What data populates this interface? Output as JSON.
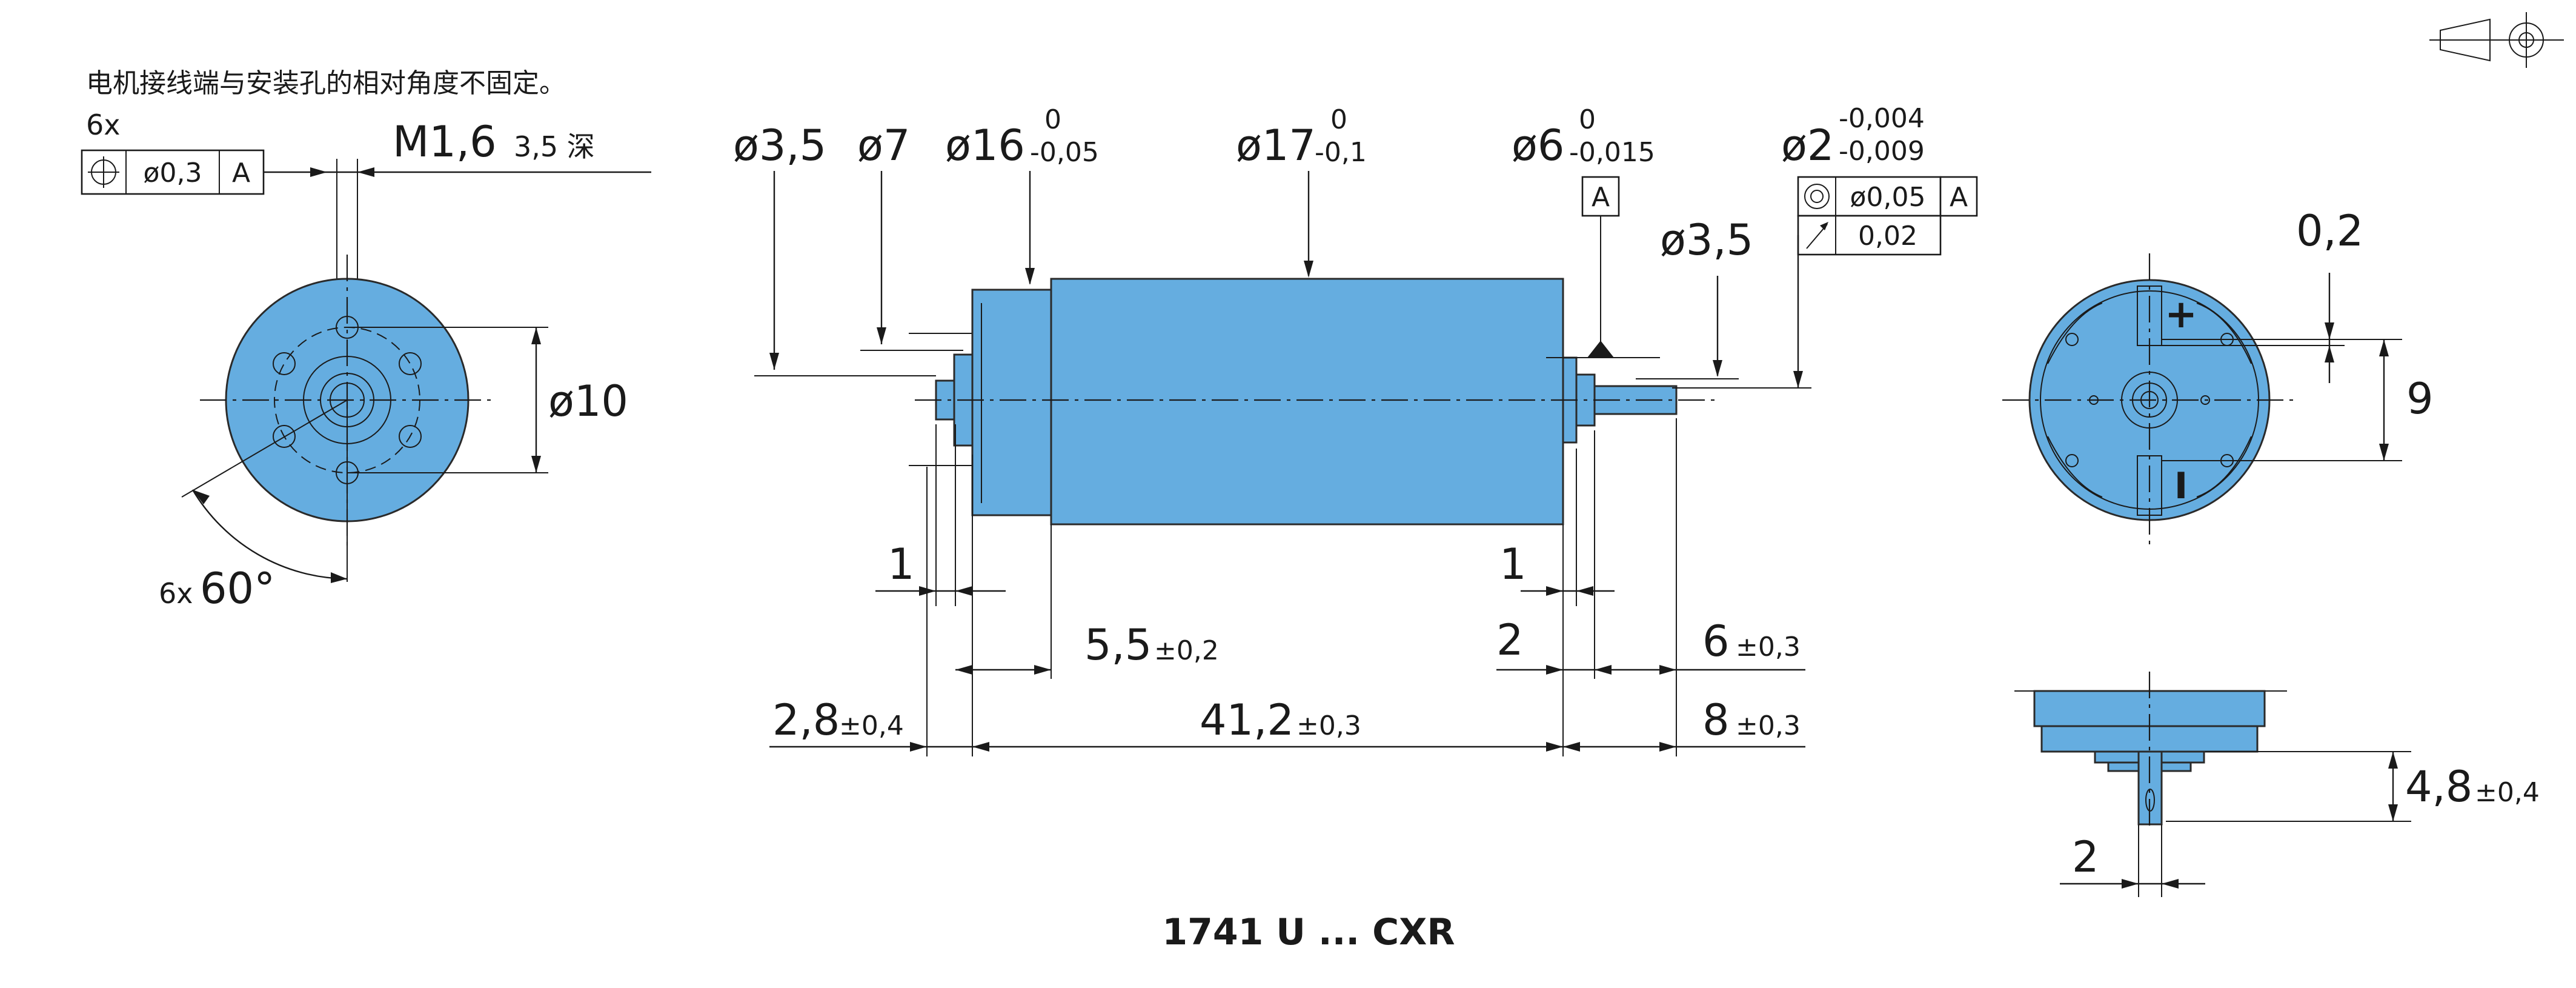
{
  "colors": {
    "motor_body": "#65ade0",
    "ink": "#1a1a1a"
  },
  "notes": {
    "terminal_note": "电机接线端与安装孔的相对角度不固定。",
    "hole_count": "6x"
  },
  "left_view": {
    "position_tolerance": "ø0,3",
    "datum": "A",
    "thread": "M1,6",
    "thread_depth": "3,5 深",
    "bolt_circle": "ø10",
    "angle_prefix": "6x",
    "angle": "60°"
  },
  "side_view": {
    "d_terminal": "ø3,5",
    "d_boss": "ø7",
    "d_rear": {
      "nominal": "ø16",
      "upper": "0",
      "lower": "-0,05"
    },
    "d_body": {
      "nominal": "ø17",
      "upper": "0",
      "lower": "-0,1"
    },
    "d_front_boss": {
      "nominal": "ø6",
      "upper": "0",
      "lower": "-0,015"
    },
    "datum_a": "A",
    "d_front_step": "ø3,5",
    "d_shaft": {
      "nominal": "ø2",
      "upper": "-0,004",
      "lower": "-0,009"
    },
    "concentricity": "ø0,05",
    "concentricity_datum": "A",
    "runout": "0,02",
    "len_rear_flange": "1",
    "len_front_flange": "1",
    "len_rear_cap": {
      "nominal": "5,5",
      "tol": "±0,2"
    },
    "len_front_boss": "2",
    "len_shaft_free": {
      "nominal": "6",
      "tol": "±0,3"
    },
    "len_rear_overhang": {
      "nominal": "2,8",
      "tol": "±0,4"
    },
    "len_body": {
      "nominal": "41,2",
      "tol": "±0,3"
    },
    "len_shaft_total": {
      "nominal": "8",
      "tol": "±0,3"
    }
  },
  "right_view": {
    "terminal_width": "0,2",
    "terminal_spacing": "9",
    "plus": "+",
    "minus": "I"
  },
  "bottom_view": {
    "height": {
      "nominal": "4,8",
      "tol": "±0,4"
    },
    "terminal_pitch": "2"
  },
  "product_code": "1741 U ... CXR"
}
